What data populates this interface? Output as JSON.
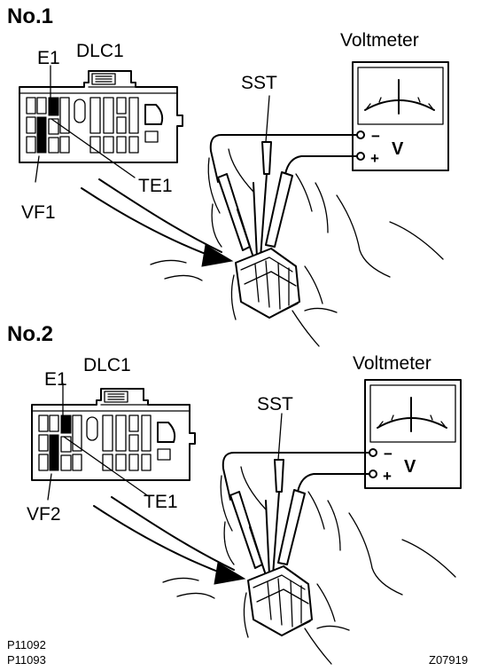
{
  "panels": [
    {
      "title": "No.1",
      "connector": "DLC1",
      "meter": "Voltmeter",
      "tool": "SST",
      "term_top": "E1",
      "term_left": "VF1",
      "term_right": "TE1",
      "minus": "−",
      "plus": "+",
      "v": "V"
    },
    {
      "title": "No.2",
      "connector": "DLC1",
      "meter": "Voltmeter",
      "tool": "SST",
      "term_top": "E1",
      "term_left": "VF2",
      "term_right": "TE1",
      "minus": "−",
      "plus": "+",
      "v": "V"
    }
  ],
  "codes": {
    "code1": "P11092",
    "code2": "P11093",
    "figure": "Z07919"
  }
}
